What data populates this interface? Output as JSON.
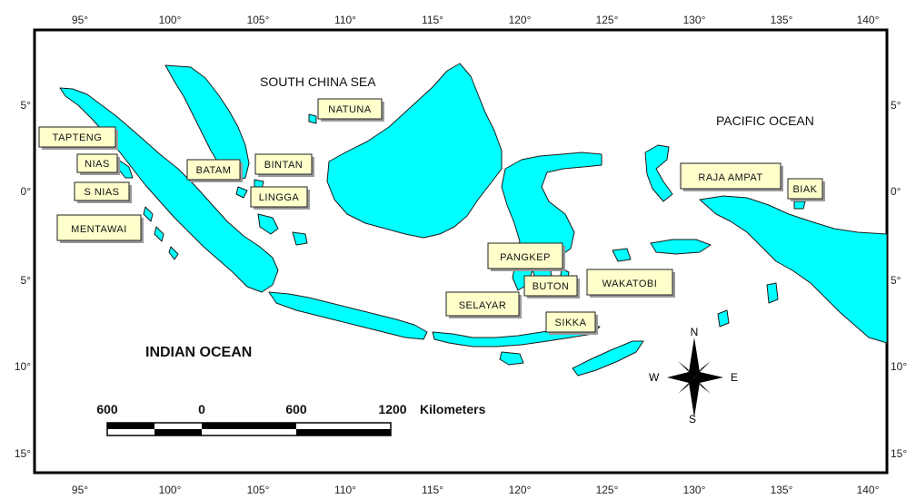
{
  "map": {
    "lon_ticks": [
      "95°",
      "100°",
      "105°",
      "110°",
      "115°",
      "120°",
      "125°",
      "130°",
      "135°",
      "140°"
    ],
    "lat_ticks": [
      "5°",
      "0°",
      "5°",
      "10°",
      "15°"
    ],
    "oceans": {
      "south_china_sea": "SOUTH CHINA SEA",
      "pacific_ocean": "PACIFIC OCEAN",
      "indian_ocean": "INDIAN OCEAN"
    },
    "places": {
      "natuna": "NATUNA",
      "tapteng": "TAPTENG",
      "nias": "NIAS",
      "s_nias": "S NIAS",
      "mentawai": "MENTAWAI",
      "batam": "BATAM",
      "bintan": "BINTAN",
      "lingga": "LINGGA",
      "raja_ampat": "RAJA AMPAT",
      "biak": "BIAK",
      "pangkep": "PANGKEP",
      "buton": "BUTON",
      "wakatobi": "WAKATOBI",
      "selayar": "SELAYAR",
      "sikka": "SIKKA"
    },
    "scale_bar": {
      "labels": [
        "600",
        "0",
        "600",
        "1200"
      ],
      "unit": "Kilometers"
    },
    "compass": {
      "north": "N",
      "south": "S",
      "east": "E",
      "west": "W"
    },
    "colors": {
      "land": "#00ffff",
      "label_box": "#ffffcc",
      "frame": "#000000"
    }
  }
}
